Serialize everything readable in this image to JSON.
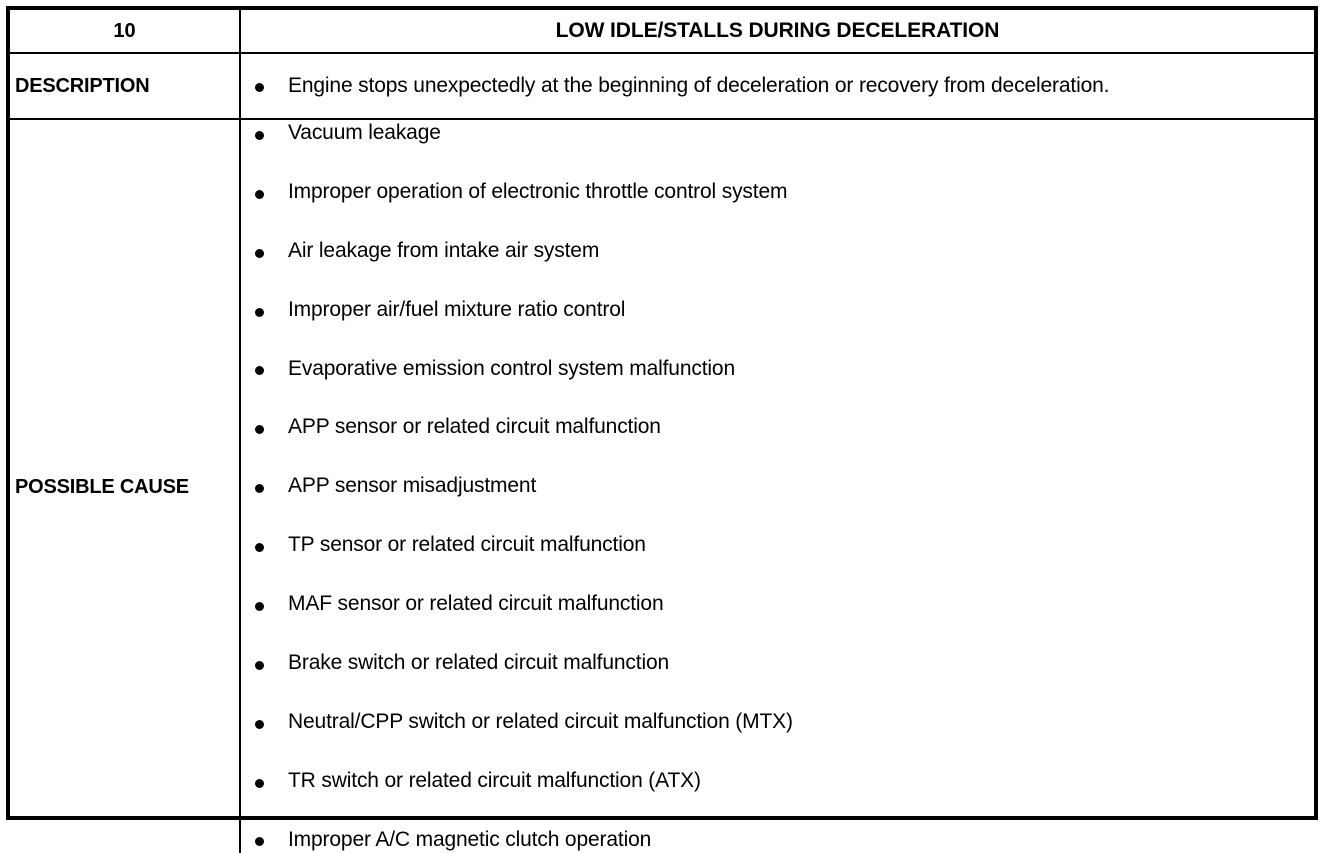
{
  "document": {
    "type": "diagnostic-trouble-table",
    "colors": {
      "text": "#000000",
      "background": "#ffffff",
      "border": "#000000"
    }
  },
  "table": {
    "header": {
      "number": "10",
      "title": "LOW IDLE/STALLS DURING DECELERATION"
    },
    "rows": [
      {
        "label": "DESCRIPTION",
        "items": [
          "Engine stops unexpectedly at the beginning of deceleration or recovery from deceleration."
        ]
      },
      {
        "label": "POSSIBLE CAUSE",
        "items": [
          "Vacuum leakage",
          "Improper operation of electronic throttle control system",
          "Air leakage from intake air system",
          "Improper air/fuel mixture ratio control",
          "Evaporative emission control system malfunction",
          "APP sensor or related circuit malfunction",
          "APP sensor misadjustment",
          "TP sensor or related circuit malfunction",
          "MAF sensor or related circuit malfunction",
          "Brake switch or related circuit malfunction",
          "Neutral/CPP switch or related circuit malfunction (MTX)",
          "TR switch or related circuit malfunction (ATX)",
          "Improper A/C magnetic clutch operation"
        ]
      }
    ]
  }
}
